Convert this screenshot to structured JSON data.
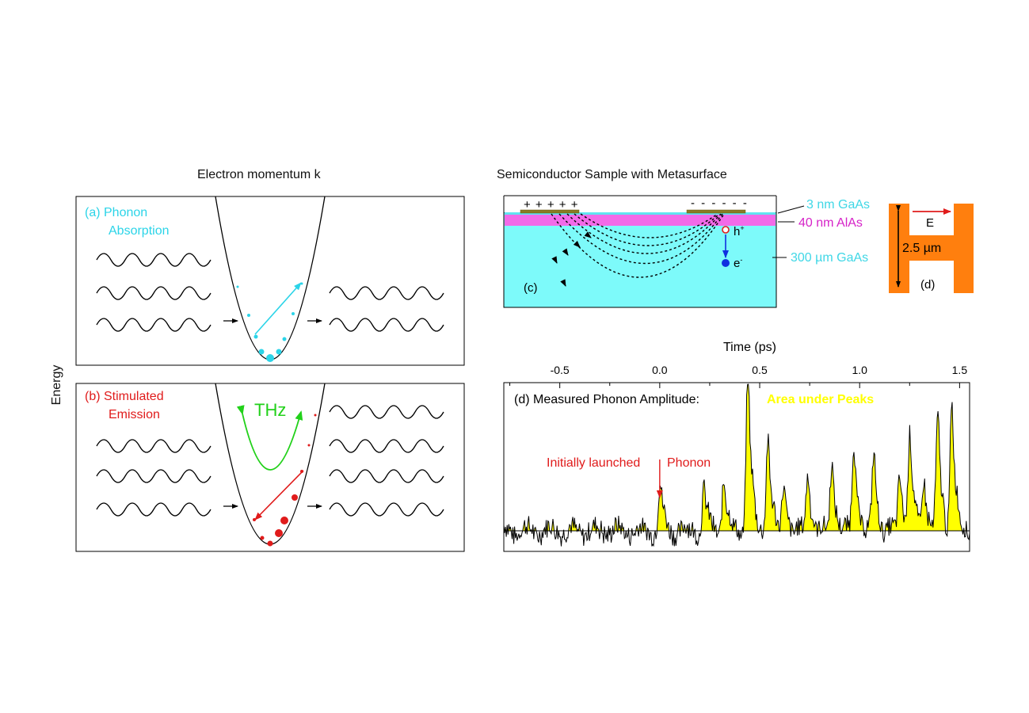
{
  "left": {
    "title": "Electron momentum  k",
    "energy_label": "Energy",
    "panel_a": {
      "label_line1": "(a) Phonon",
      "label_line2": "Absorption"
    },
    "panel_b": {
      "label_line1": "(b) Stimulated",
      "label_line2": "Emission",
      "thz": "THz"
    }
  },
  "sample": {
    "title": "Semiconductor Sample with Metasurface",
    "plus_signs": "+ + + + +",
    "minus_signs": "- - - - - -",
    "hole": "h",
    "hole_sup": "+",
    "electron": "e",
    "electron_sup": "-",
    "panel_label": "(c)",
    "layers": [
      {
        "text": "3 nm GaAs",
        "color": "#3fd7e6"
      },
      {
        "text": "40 nm AlAs",
        "color": "#d623c8"
      },
      {
        "text": "300 µm GaAs",
        "color": "#3fd7e6"
      }
    ]
  },
  "antenna": {
    "field": "E",
    "size": "2.5 µm",
    "label": "(d)",
    "color": "#ff7f0e"
  },
  "chart_data": {
    "type": "line",
    "title": "(d) Measured Phonon Amplitude:",
    "highlight": "Area under Peaks",
    "highlight_color": "#ffff00",
    "xlabel": "Time (ps)",
    "xticks": [
      "-0.5",
      "0.0",
      "0.5",
      "1.0",
      "1.5"
    ],
    "xlim": [
      -0.78,
      1.55
    ],
    "annotation_left": "Initially launched",
    "annotation_right": "Phonon",
    "annotation_x": 0.0,
    "peaks": [
      {
        "t": 0.0,
        "amp": 0.35
      },
      {
        "t": 0.22,
        "amp": 0.33
      },
      {
        "t": 0.32,
        "amp": 0.42
      },
      {
        "t": 0.44,
        "amp": 1.25
      },
      {
        "t": 0.54,
        "amp": 0.75
      },
      {
        "t": 0.62,
        "amp": 0.35
      },
      {
        "t": 0.74,
        "amp": 0.45
      },
      {
        "t": 0.86,
        "amp": 0.55
      },
      {
        "t": 0.97,
        "amp": 0.7
      },
      {
        "t": 1.07,
        "amp": 0.6
      },
      {
        "t": 1.2,
        "amp": 0.45
      },
      {
        "t": 1.25,
        "amp": 0.75
      },
      {
        "t": 1.32,
        "amp": 0.42
      },
      {
        "t": 1.39,
        "amp": 0.85
      },
      {
        "t": 1.46,
        "amp": 1.0
      }
    ]
  }
}
